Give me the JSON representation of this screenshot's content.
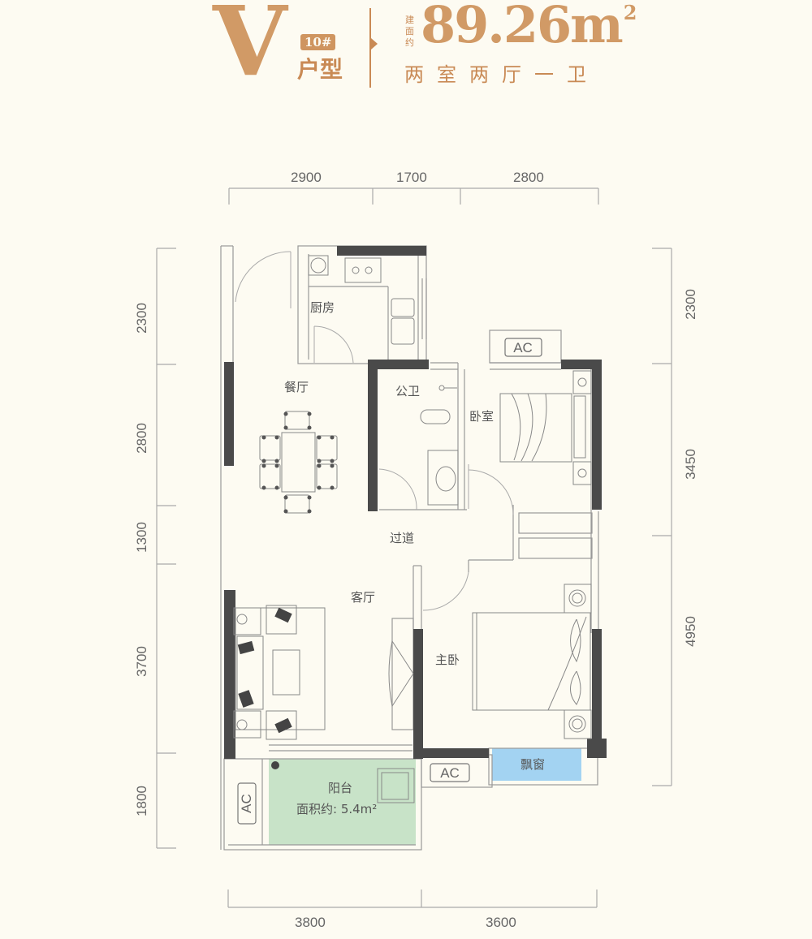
{
  "header": {
    "unit_letter": "V",
    "building_badge": "10#",
    "unit_type_label": "户型",
    "area_prefix": "建面约",
    "area_value": "89.26m",
    "area_unit_sup": "2",
    "layout_description": "两室两厅一卫"
  },
  "dimensions": {
    "top": [
      "2900",
      "1700",
      "2800"
    ],
    "bottom": [
      "3800",
      "3600"
    ],
    "left": [
      "2300",
      "2800",
      "1300",
      "3700",
      "1800"
    ],
    "right": [
      "2300",
      "3450",
      "4950"
    ]
  },
  "rooms": {
    "kitchen": "厨房",
    "dining": "餐厅",
    "bathroom": "公卫",
    "bedroom": "卧室",
    "corridor": "过道",
    "living": "客厅",
    "master_bedroom": "主卧",
    "balcony": "阳台",
    "balcony_area": "面积约: 5.4m²",
    "bay_window": "飘窗"
  },
  "fixtures": {
    "ac_label": "AC"
  },
  "colors": {
    "accent": "#d19a66",
    "wall": "#4a4a4a",
    "balcony_fill": "#c8e3c8",
    "bay_window_fill": "#a3d3f2",
    "background": "#fdfbf2"
  }
}
